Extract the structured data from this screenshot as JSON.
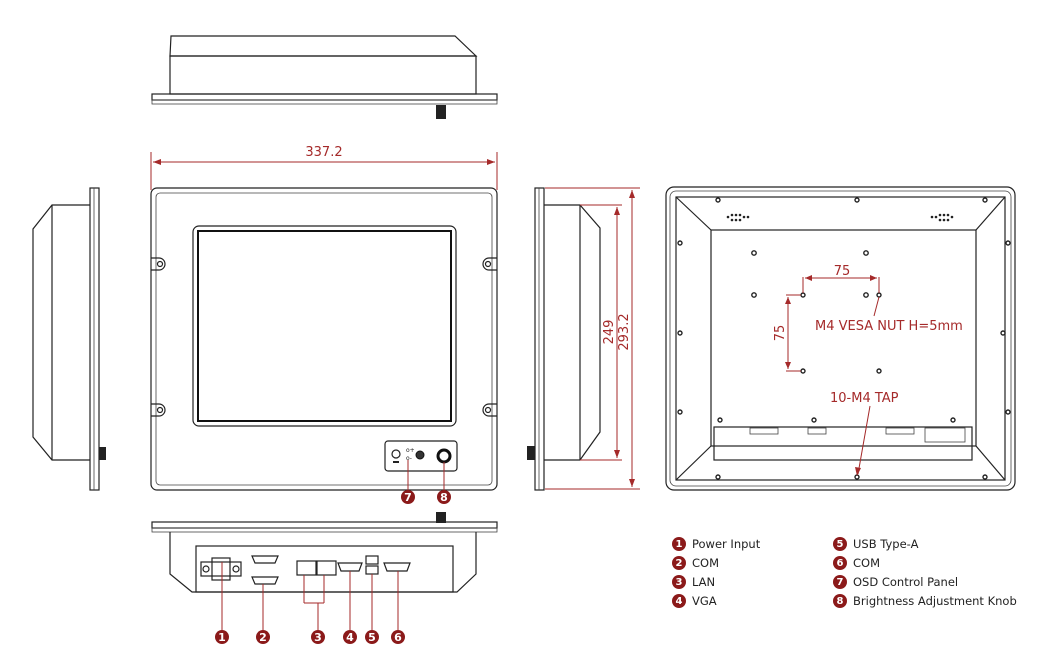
{
  "dimensions": {
    "width": "337.2",
    "height_outer": "293.2",
    "height_inner": "249",
    "vesa_horizontal": "75",
    "vesa_vertical": "75",
    "vesa_note": "M4 VESA NUT H=5mm",
    "tap_note": "10-M4 TAP"
  },
  "callout_numbers": [
    "1",
    "2",
    "3",
    "4",
    "5",
    "6",
    "7",
    "8"
  ],
  "legend": [
    {
      "num": "1",
      "label": "Power Input"
    },
    {
      "num": "2",
      "label": "COM"
    },
    {
      "num": "3",
      "label": "LAN"
    },
    {
      "num": "4",
      "label": "VGA"
    },
    {
      "num": "5",
      "label": "USB Type-A"
    },
    {
      "num": "6",
      "label": "COM"
    },
    {
      "num": "7",
      "label": "OSD Control Panel"
    },
    {
      "num": "8",
      "label": "Brightness Adjustment Knob"
    }
  ],
  "colors": {
    "accent": "#a52a2a",
    "badge": "#8b1a1a",
    "line": "#222222"
  }
}
